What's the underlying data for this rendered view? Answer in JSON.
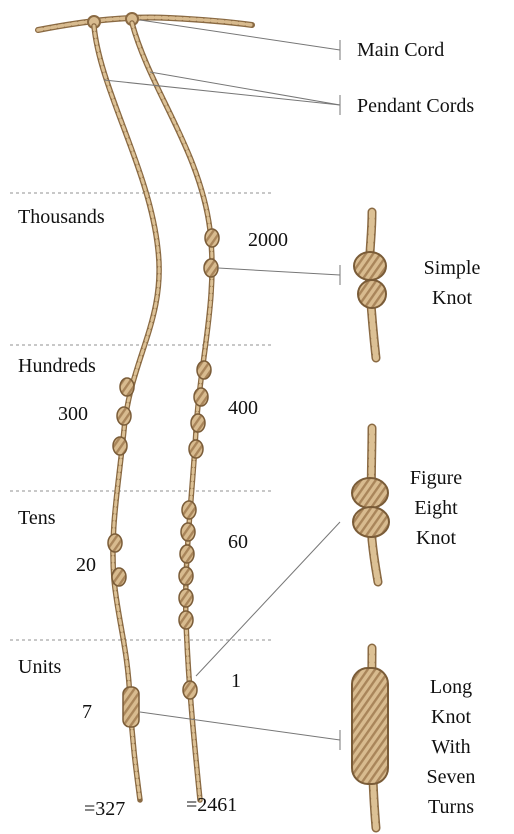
{
  "labels": {
    "main_cord": "Main Cord",
    "pendant_cords": "Pendant Cords"
  },
  "rows": {
    "thousands": "Thousands",
    "hundreds": "Hundreds",
    "tens": "Tens",
    "units": "Units"
  },
  "left_cord": {
    "hundreds": "300",
    "tens": "20",
    "units": "7",
    "total": "=327"
  },
  "right_cord": {
    "thousands": "2000",
    "hundreds": "400",
    "tens": "60",
    "units": "1",
    "total": "=2461"
  },
  "knots": {
    "simple": [
      "Simple",
      "Knot"
    ],
    "figure_eight": [
      "Figure",
      "Eight",
      "Knot"
    ],
    "long": [
      "Long",
      "Knot",
      "With",
      "Seven",
      "Turns"
    ]
  },
  "colors": {
    "cord": "#c9a97a",
    "cord_dark": "#8a6a43",
    "leader": "#777777",
    "divider": "#b5b5b5"
  }
}
